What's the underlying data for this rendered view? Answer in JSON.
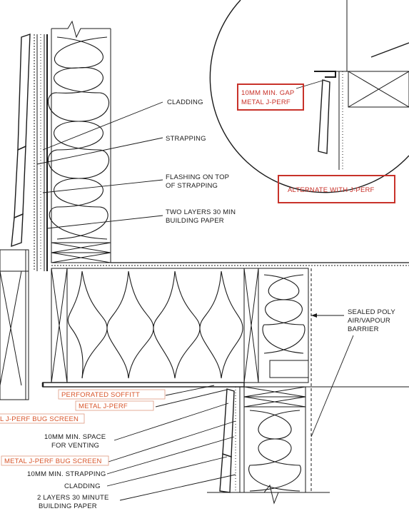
{
  "labels": {
    "cladding_top": "CLADDING",
    "strapping": "STRAPPING",
    "flashing_line1": "FLASHING ON TOP",
    "flashing_line2": "OF STRAPPING",
    "paper_top_line1": "TWO LAYERS 30 MIN",
    "paper_top_line2": "BUILDING PAPER",
    "sealed_line1": "SEALED POLY",
    "sealed_line2": "AIR/VAPOUR",
    "sealed_line3": "BARRIER",
    "perforated_soffit": "PERFORATED SOFFITT",
    "metal_jperf": "METAL J-PERF",
    "jperf_bug_left": "L J-PERF BUG SCREEN",
    "space_line1": "10MM MIN. SPACE",
    "space_line2": "FOR VENTING",
    "jperf_bug_screen": "METAL J-PERF BUG SCREEN",
    "min_strapping": "10MM MIN. STRAPPING",
    "cladding_bottom": "CLADDING",
    "paper_bottom_line1": "2 LAYERS 30 MINUTE",
    "paper_bottom_line2": "BUILDING PAPER"
  },
  "detail": {
    "gap_line1": "10MM MIN. GAP",
    "gap_line2": "METAL J-PERF",
    "caption": "ALTERNATE WITH J-PERF"
  },
  "colors": {
    "line": "#1a1a1a",
    "callout_orange": "#d8552a",
    "box_red": "#c8322a"
  }
}
